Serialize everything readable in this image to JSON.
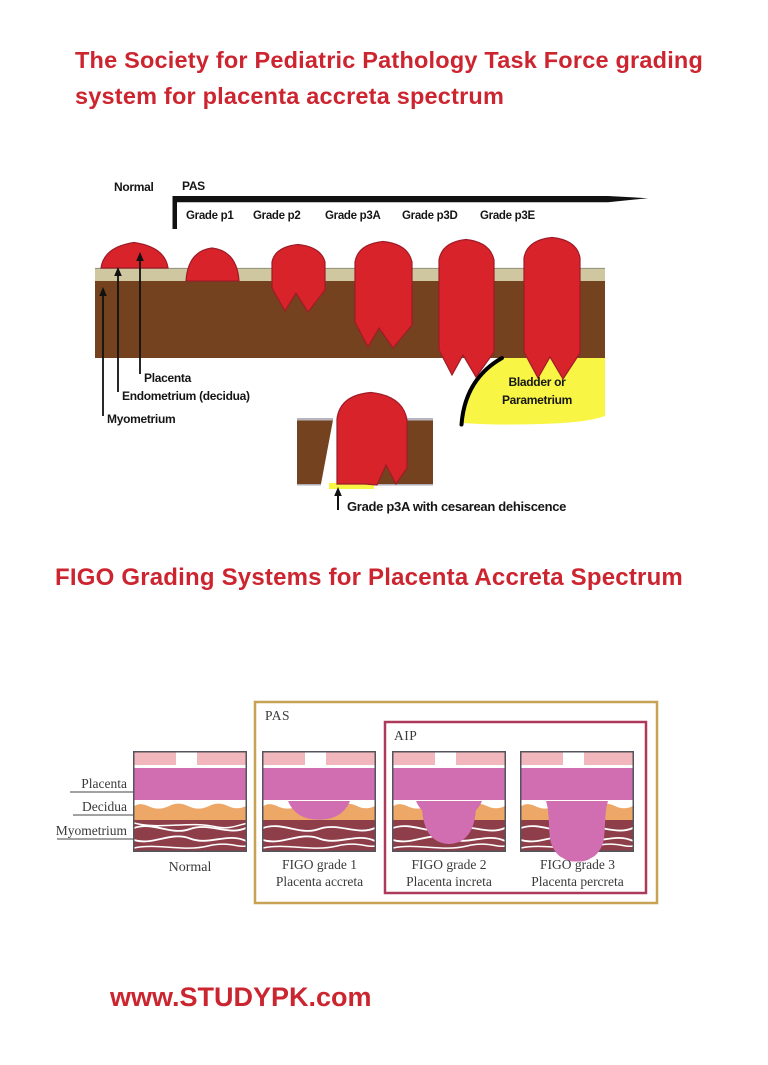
{
  "titles": {
    "spp_line1": "The Society for Pediatric Pathology Task Force grading",
    "spp_line2": "system for placenta accreta spectrum",
    "figo": "FIGO Grading Systems for Placenta Accreta Spectrum"
  },
  "footer": {
    "url": "www.STUDYPK.com"
  },
  "spp_figure": {
    "normal_label": "Normal",
    "pas_label": "PAS",
    "grade_labels": [
      "Grade p1",
      "Grade p2",
      "Grade p3A",
      "Grade p3D",
      "Grade p3E"
    ],
    "layer_labels": {
      "placenta": "Placenta",
      "endometrium": "Endometrium (decidua)",
      "myometrium": "Myometrium"
    },
    "bladder_label": {
      "line1": "Bladder or",
      "line2": "Parametrium"
    },
    "inset_caption": "Grade p3A with cesarean dehiscence",
    "colors": {
      "placenta_red": "#d8232a",
      "placenta_edge": "#9e1c28",
      "endometrium_beige": "#cfc79f",
      "myometrium_brown": "#74421e",
      "bladder_yellow": "#f8f545",
      "ink": "#141414"
    }
  },
  "figo_figure": {
    "pas_box_label": "PAS",
    "aip_box_label": "AIP",
    "layer_labels": {
      "placenta": "Placenta",
      "decidua": "Decidua",
      "myometrium": "Myometrium"
    },
    "panel_captions": [
      {
        "line1": "Normal",
        "line2": ""
      },
      {
        "line1": "FIGO grade 1",
        "line2": "Placenta accreta"
      },
      {
        "line1": "FIGO grade 2",
        "line2": "Placenta increta"
      },
      {
        "line1": "FIGO grade 3",
        "line2": "Placenta percreta"
      }
    ],
    "colors": {
      "placenta_pink": "#d16db1",
      "chorion_pink": "#f2b6bd",
      "decidua_orange": "#eda868",
      "myometrium_maroon": "#8e3e49",
      "pas_border": "#c8a254",
      "aip_border": "#ad3a5a",
      "caption_ink": "#3a3a3a"
    }
  }
}
